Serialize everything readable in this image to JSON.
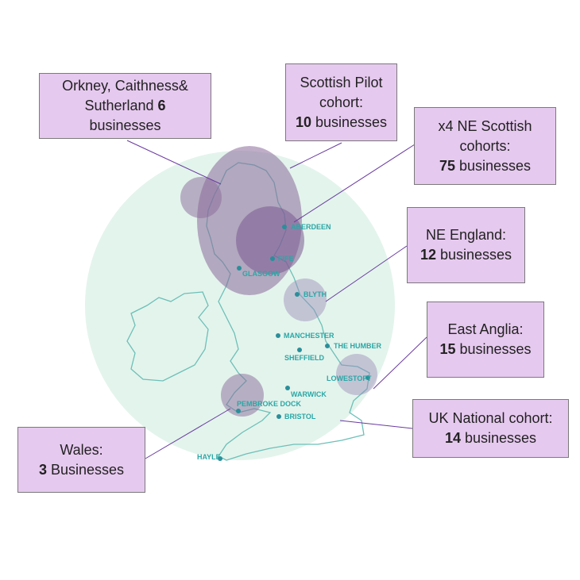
{
  "cities": [
    "ABERDEEN",
    "FIFE",
    "GLASGOW",
    "BLYTH",
    "MANCHESTER",
    "SHEFFIELD",
    "THE HUMBER",
    "LOWESTOFT",
    "WARWICK",
    "PEMBROKE DOCK",
    "BRISTOL",
    "HAYLE"
  ],
  "callouts": {
    "orkney": {
      "line1": "Orkney, Caithness&",
      "line2": "Sutherland",
      "count": "6",
      "line3": "businesses"
    },
    "scottish_pilot": {
      "line1": "Scottish Pilot",
      "line2": "cohort:",
      "count": "10",
      "suffix": "businesses"
    },
    "ne_scottish": {
      "line1": "x4 NE Scottish",
      "line2": "cohorts:",
      "count": "75",
      "suffix": "businesses"
    },
    "ne_england": {
      "line1": "NE England:",
      "count": "12",
      "suffix": "businesses"
    },
    "east_anglia": {
      "line1": "East Anglia:",
      "count": "15",
      "suffix": "businesses"
    },
    "uk_national": {
      "line1": "UK National cohort:",
      "count": "14",
      "suffix": "businesses"
    },
    "wales": {
      "line1": "Wales:",
      "count": "3",
      "suffix": "Businesses"
    }
  },
  "colors": {
    "background_circle": "#e3f4ec",
    "coast": "#5fb8b0",
    "city": "#2aa7a6",
    "highlight": "#8a6a9a",
    "callout_fill": "#e6c9ef",
    "leader": "#6a3aa0"
  }
}
